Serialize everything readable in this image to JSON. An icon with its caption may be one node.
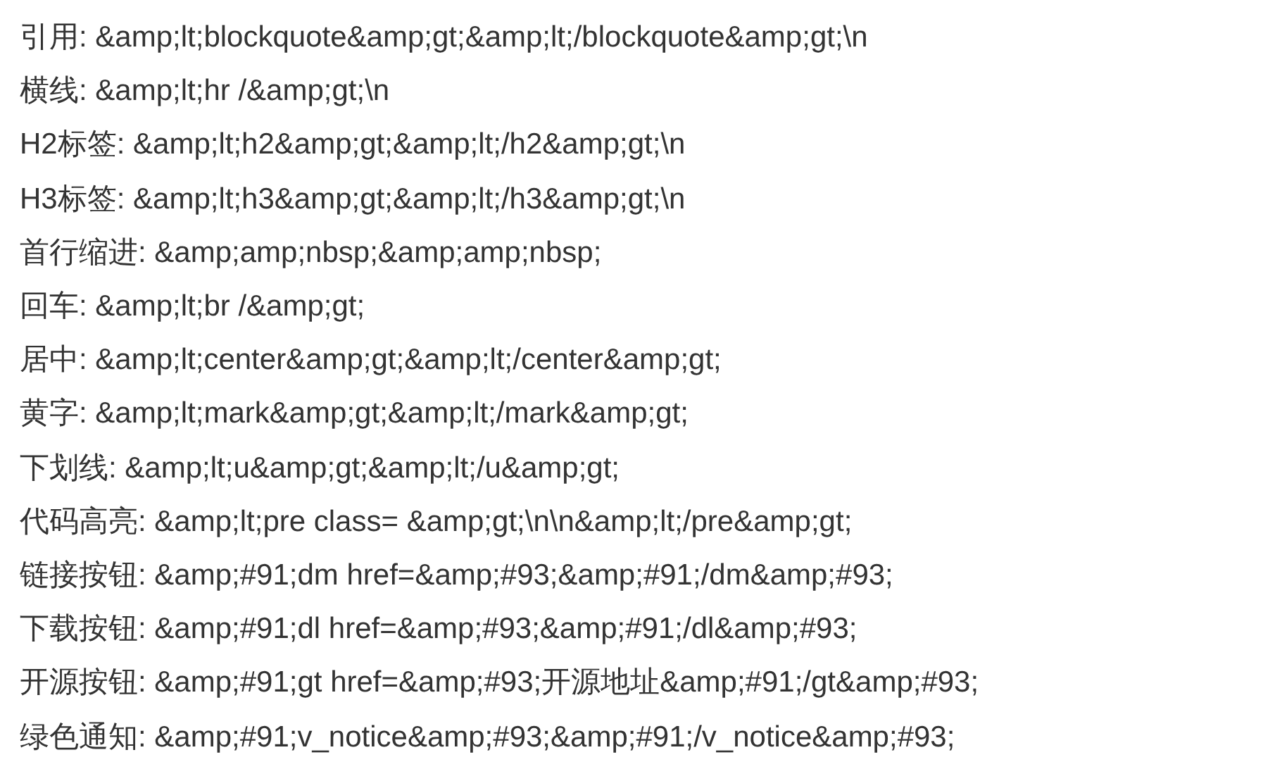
{
  "diagram": {
    "labels": [
      "引用: &amp;lt;blockquote&amp;gt;&amp;lt;/blockquote&amp;gt;\\n",
      "横线: &amp;lt;hr /&amp;gt;\\n",
      "H2标签: &amp;lt;h2&amp;gt;&amp;lt;/h2&amp;gt;\\n",
      "H3标签: &amp;lt;h3&amp;gt;&amp;lt;/h3&amp;gt;\\n",
      "首行缩进: &amp;amp;nbsp;&amp;amp;nbsp;",
      "回车: &amp;lt;br /&amp;gt;",
      "居中: &amp;lt;center&amp;gt;&amp;lt;/center&amp;gt;",
      "黄字: &amp;lt;mark&amp;gt;&amp;lt;/mark&amp;gt;",
      "下划线: &amp;lt;u&amp;gt;&amp;lt;/u&amp;gt;",
      "代码高亮: &amp;lt;pre class= &amp;gt;\\n\\n&amp;lt;/pre&amp;gt;",
      "链接按钮: &amp;#91;dm href=&amp;#93;&amp;#91;/dm&amp;#93;",
      "下载按钮: &amp;#91;dl href=&amp;#93;&amp;#91;/dl&amp;#93;",
      "开源按钮: &amp;#91;gt href=&amp;#93;开源地址&amp;#91;/gt&amp;#93;",
      "绿色通知: &amp;#91;v_notice&amp;#93;&amp;#91;/v_notice&amp;#93;"
    ]
  }
}
